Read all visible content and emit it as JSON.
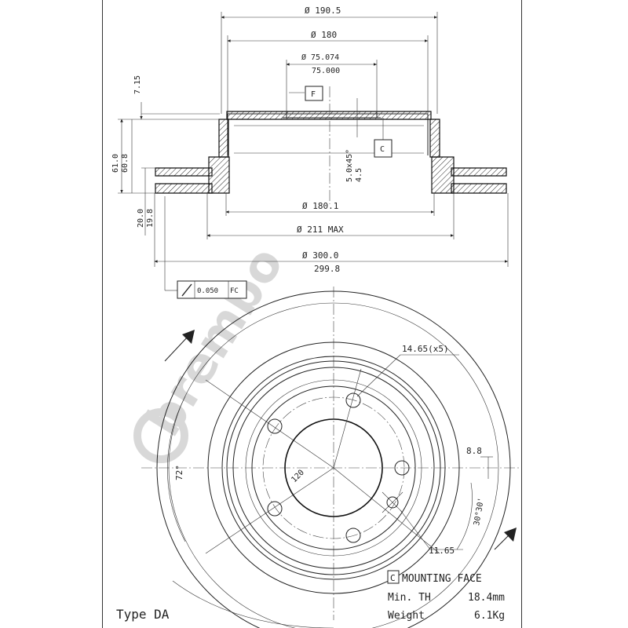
{
  "watermark": {
    "brand_text": "brembo"
  },
  "colors": {
    "line": "#222222",
    "background": "#ffffff",
    "watermark": "#d0d0d0"
  },
  "dimensions": {
    "d_190_5": "Ø 190.5",
    "d_180": "Ø 180",
    "d_75_top": "Ø 75.074",
    "d_75_bottom": "75.000",
    "datum_f": "F",
    "datum_c": "C",
    "h_7_15": "7.15",
    "h_61_0": "61.0",
    "h_60_8": "60.8",
    "h_20_0": "20.0",
    "h_19_8": "19.8",
    "chamfer_1": "5.0x45°",
    "chamfer_2": "4.5",
    "d_180_1": "Ø 180.1",
    "d_211": "Ø 211 MAX",
    "d_300": "Ø 300.0",
    "d_299_8": "299.8",
    "tol_value": "0.050",
    "tol_ref": "FC",
    "bolt_holes": "14.65(x5)",
    "angle_72": "72°",
    "pcd_120": "120",
    "dim_8_8": "8.8",
    "angle_30": "30°30'",
    "dim_11_65": "11.65"
  },
  "legend": {
    "mounting_box": "C",
    "mounting_face": "MOUNTING FACE",
    "min_th_label": "Min. TH",
    "min_th_value": "18.4mm",
    "weight_label": "Weight",
    "weight_value": "6.1Kg"
  },
  "type_label": "Type DA"
}
